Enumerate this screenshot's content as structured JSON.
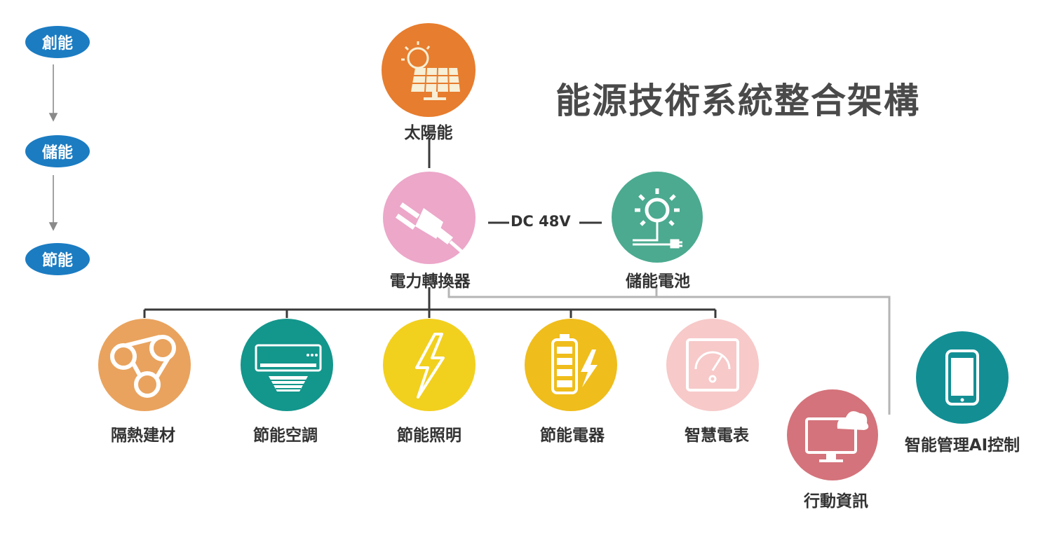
{
  "title": "能源技術系統整合架構",
  "stages": [
    "創能",
    "儲能",
    "節能"
  ],
  "connection_label": "DC 48V",
  "nodes": {
    "solar": "太陽能",
    "converter": "電力轉換器",
    "battery": "儲能電池",
    "insulation": "隔熱建材",
    "ac": "節能空調",
    "lighting": "節能照明",
    "appliances": "節能電器",
    "meter": "智慧電表",
    "mobile": "行動資訊",
    "ai": "智能管理AI控制"
  },
  "colors": {
    "stage": "#1b7cc2",
    "solar": "#e77d2e",
    "converter": "#eca7c9",
    "battery": "#4baa8f",
    "insulation": "#e9a35e",
    "ac": "#13968c",
    "lighting": "#f2d01e",
    "appliances": "#efbd1c",
    "meter": "#f7c9c9",
    "mobile": "#d4737b",
    "ai": "#138f94"
  }
}
